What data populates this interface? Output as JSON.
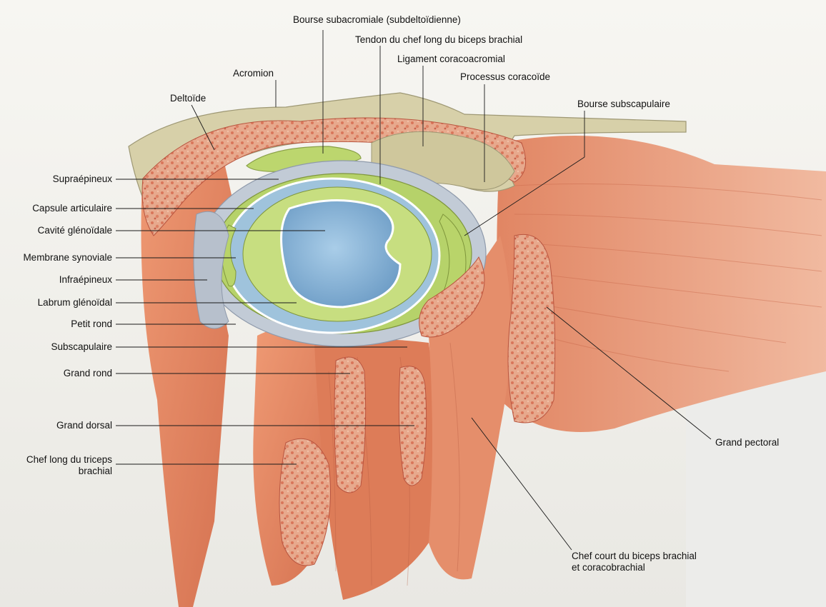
{
  "labels": {
    "bourse_subacromiale": "Bourse subacromiale (subdeltoïdienne)",
    "tendon_biceps": "Tendon du chef long du biceps brachial",
    "ligament_coracoacromial": "Ligament coracoacromial",
    "acromion": "Acromion",
    "processus_coracoide": "Processus coracoïde",
    "deltoide": "Deltoïde",
    "bourse_subscapulaire": "Bourse subscapulaire",
    "supraepineux": "Supraépineux",
    "capsule_articulaire": "Capsule articulaire",
    "cavite_glenoidale": "Cavité glénoïdale",
    "membrane_synoviale": "Membrane synoviale",
    "infraepineux": "Infraépineux",
    "labrum_glenoidal": "Labrum glénoïdal",
    "petit_rond": "Petit rond",
    "subscapulaire": "Subscapulaire",
    "grand_rond": "Grand rond",
    "grand_dorsal": "Grand dorsal",
    "chef_long_triceps_1": "Chef long du triceps",
    "chef_long_triceps_2": "brachial",
    "grand_pectoral": "Grand pectoral",
    "chef_court_biceps_1": "Chef court du biceps brachial",
    "chef_court_biceps_2": "et coracobrachial"
  },
  "colors": {
    "muscle": "#e08a68",
    "muscle_dark": "#c8644a",
    "bone": "#d8d2ac",
    "cartilage_green": "#b9d46a",
    "glenoid_blue": "#8fb6d8",
    "capsule_grey": "#b9c4d2",
    "leader": "#1a1a1a"
  }
}
